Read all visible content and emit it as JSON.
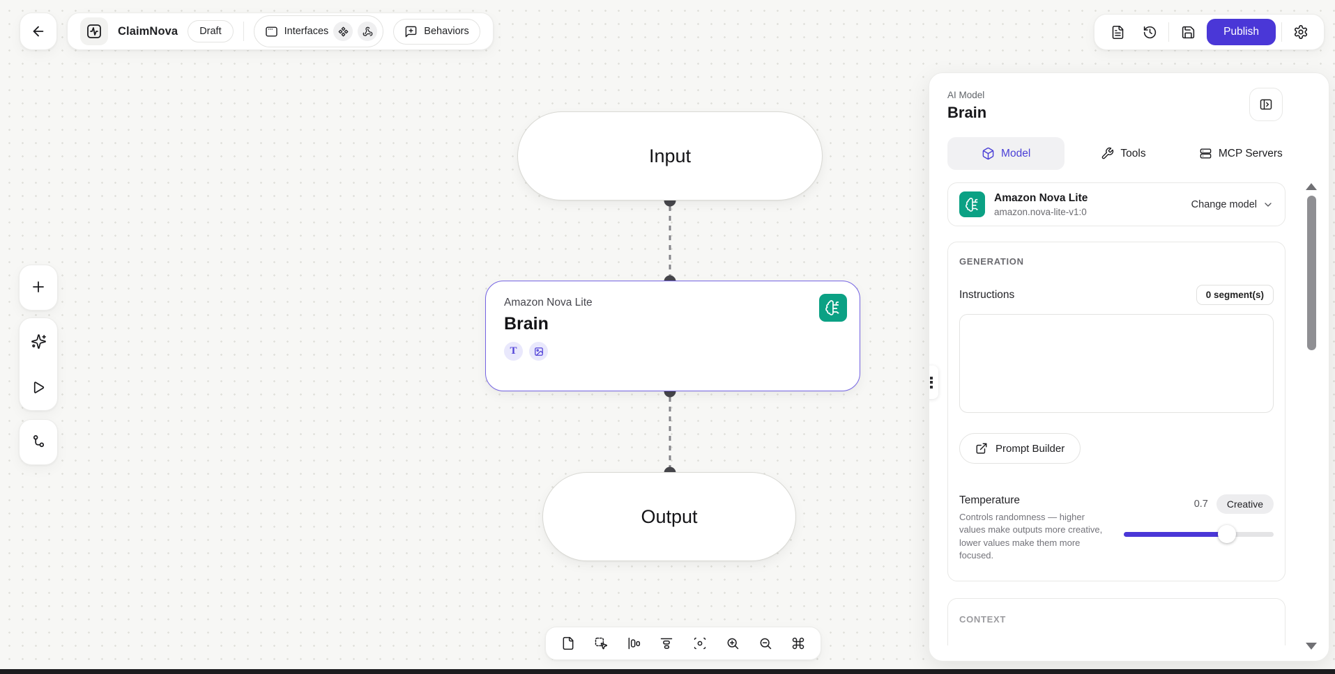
{
  "app": {
    "title": "ClaimNova",
    "status": "Draft"
  },
  "header": {
    "interfaces_label": "Interfaces",
    "behaviors_label": "Behaviors",
    "publish_label": "Publish"
  },
  "canvas": {
    "input_label": "Input",
    "output_label": "Output",
    "brain": {
      "model_name": "Amazon Nova Lite",
      "title": "Brain",
      "text_badge": "T"
    }
  },
  "panel": {
    "type_label": "AI Model",
    "title": "Brain",
    "tabs": [
      {
        "label": "Model",
        "active": true
      },
      {
        "label": "Tools",
        "active": false
      },
      {
        "label": "MCP Servers",
        "active": false
      }
    ],
    "model_card": {
      "name": "Amazon Nova Lite",
      "model_id": "amazon.nova-lite-v1:0",
      "action": "Change model"
    },
    "generation": {
      "section_label": "GENERATION",
      "instructions_label": "Instructions",
      "segments_badge": "0 segment(s)",
      "instructions_value": "",
      "prompt_builder_label": "Prompt Builder",
      "temperature_label": "Temperature",
      "temperature_value": "0.7",
      "temperature_badge": "Creative",
      "temperature_description": "Controls randomness — higher values make outputs more creative, lower values make them more focused."
    },
    "context": {
      "section_label": "CONTEXT"
    }
  },
  "icons": {
    "arrow-left-icon": "back arrow",
    "activity-logo-icon": "pulse waveform in square",
    "window-icon": "app window with title dots",
    "component-icon": "four diamonds",
    "webhook-icon": "three-arc flow",
    "message-plus-icon": "speech bubble with plus",
    "file-text-icon": "document with lines",
    "history-icon": "clock with undo arrow",
    "save-icon": "floppy disk",
    "gear-icon": "settings cog",
    "plus-icon": "add node",
    "sparkles-icon": "AI sparkle",
    "play-icon": "run triangle",
    "route-icon": "two connected nodes",
    "brain-circuit-icon": "brain with circuits",
    "type-icon": "letter T",
    "image-icon": "picture frame",
    "box-icon": "3d box",
    "wrench-icon": "wrench",
    "server-icon": "server stack",
    "panel-open-icon": "collapse side panel",
    "chevron-down-icon": "dropdown chevron",
    "external-link-icon": "open external",
    "file-icon": "blank file",
    "marquee-pointer-icon": "dashed select with cursor",
    "align-horizontal-icon": "align to left edge",
    "align-vertical-icon": "align to top edge",
    "focus-icon": "center focus",
    "zoom-in-icon": "magnifier plus",
    "zoom-out-icon": "magnifier minus",
    "command-icon": "command key"
  },
  "colors": {
    "accent": "#4a37d7",
    "node_border": "#7463e3",
    "model_chip_teal": "#0ba184",
    "badge_bg": "#e9e8fc",
    "badge_fg": "#5243d8",
    "canvas_bg": "#f7f7f5"
  }
}
